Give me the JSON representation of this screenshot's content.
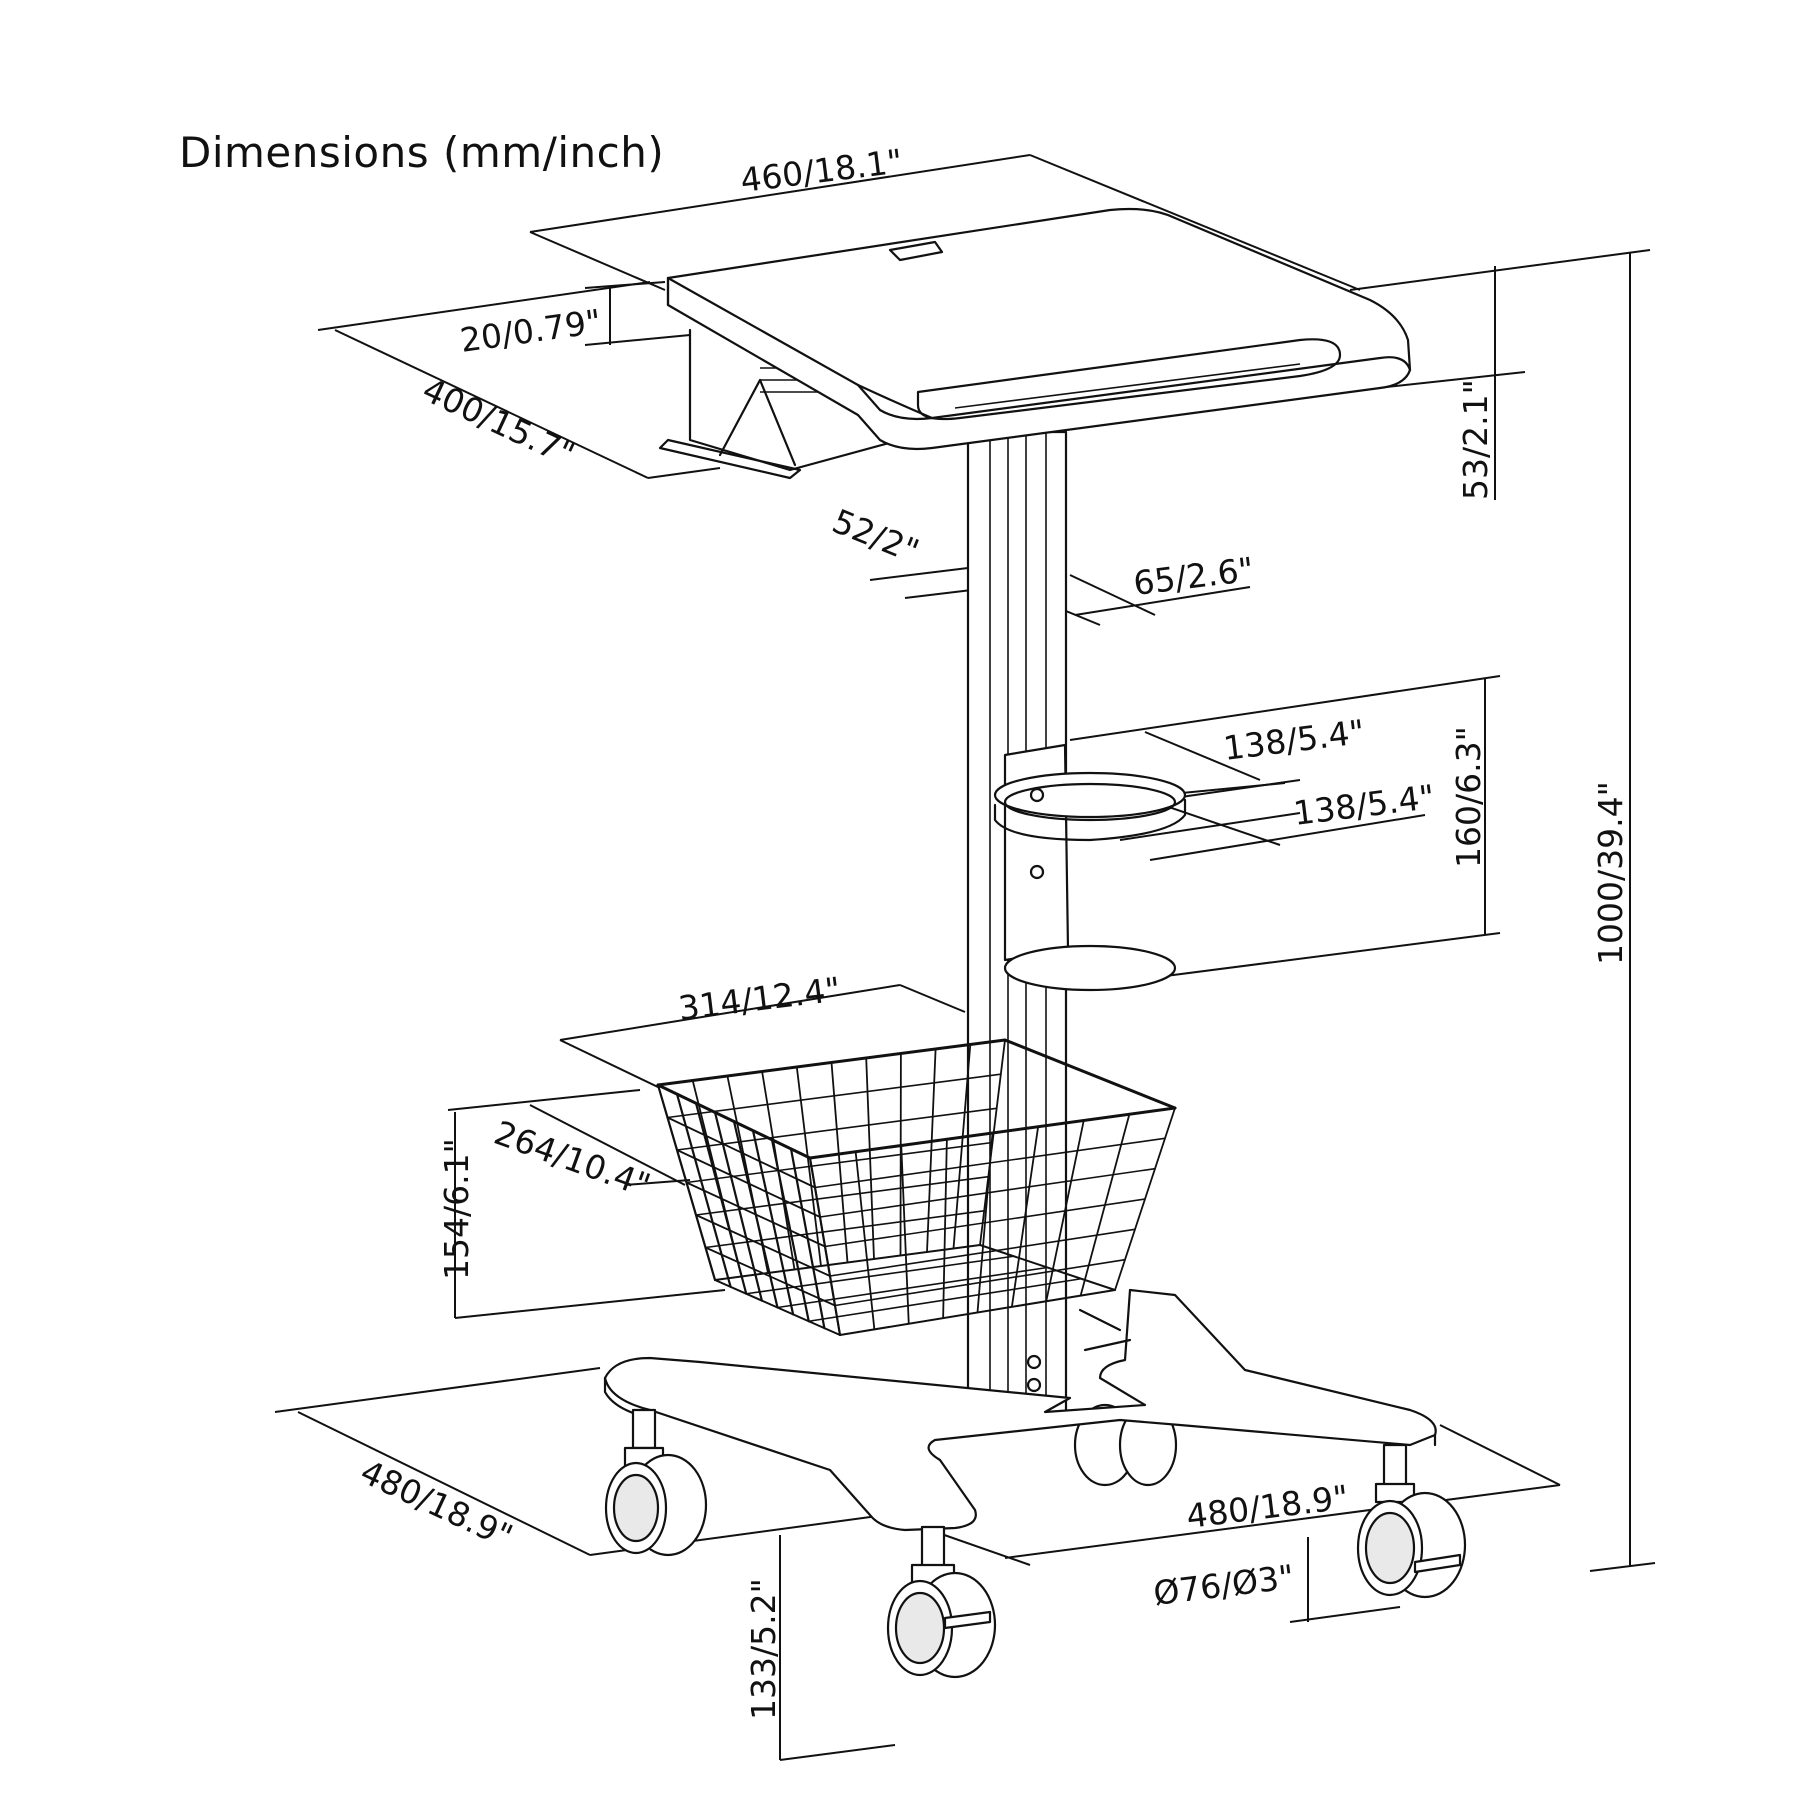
{
  "title": "Dimensions (mm/inch)",
  "dimensions": {
    "top_width": "460/18.1\"",
    "top_depth": "400/15.7\"",
    "top_thickness": "20/0.79\"",
    "top_edge_height": "53/2.1\"",
    "column_width": "52/2\"",
    "column_depth": "65/2.6\"",
    "holder_width": "138/5.4\"",
    "holder_depth": "138/5.4\"",
    "holder_height": "160/6.3\"",
    "total_height": "1000/39.4\"",
    "basket_width": "314/12.4\"",
    "basket_depth": "264/10.4\"",
    "basket_height": "154/6.1\"",
    "base_depth": "480/18.9\"",
    "base_width": "480/18.9\"",
    "base_height": "133/5.2\"",
    "caster_diameter": "Ø76/Ø3\""
  }
}
